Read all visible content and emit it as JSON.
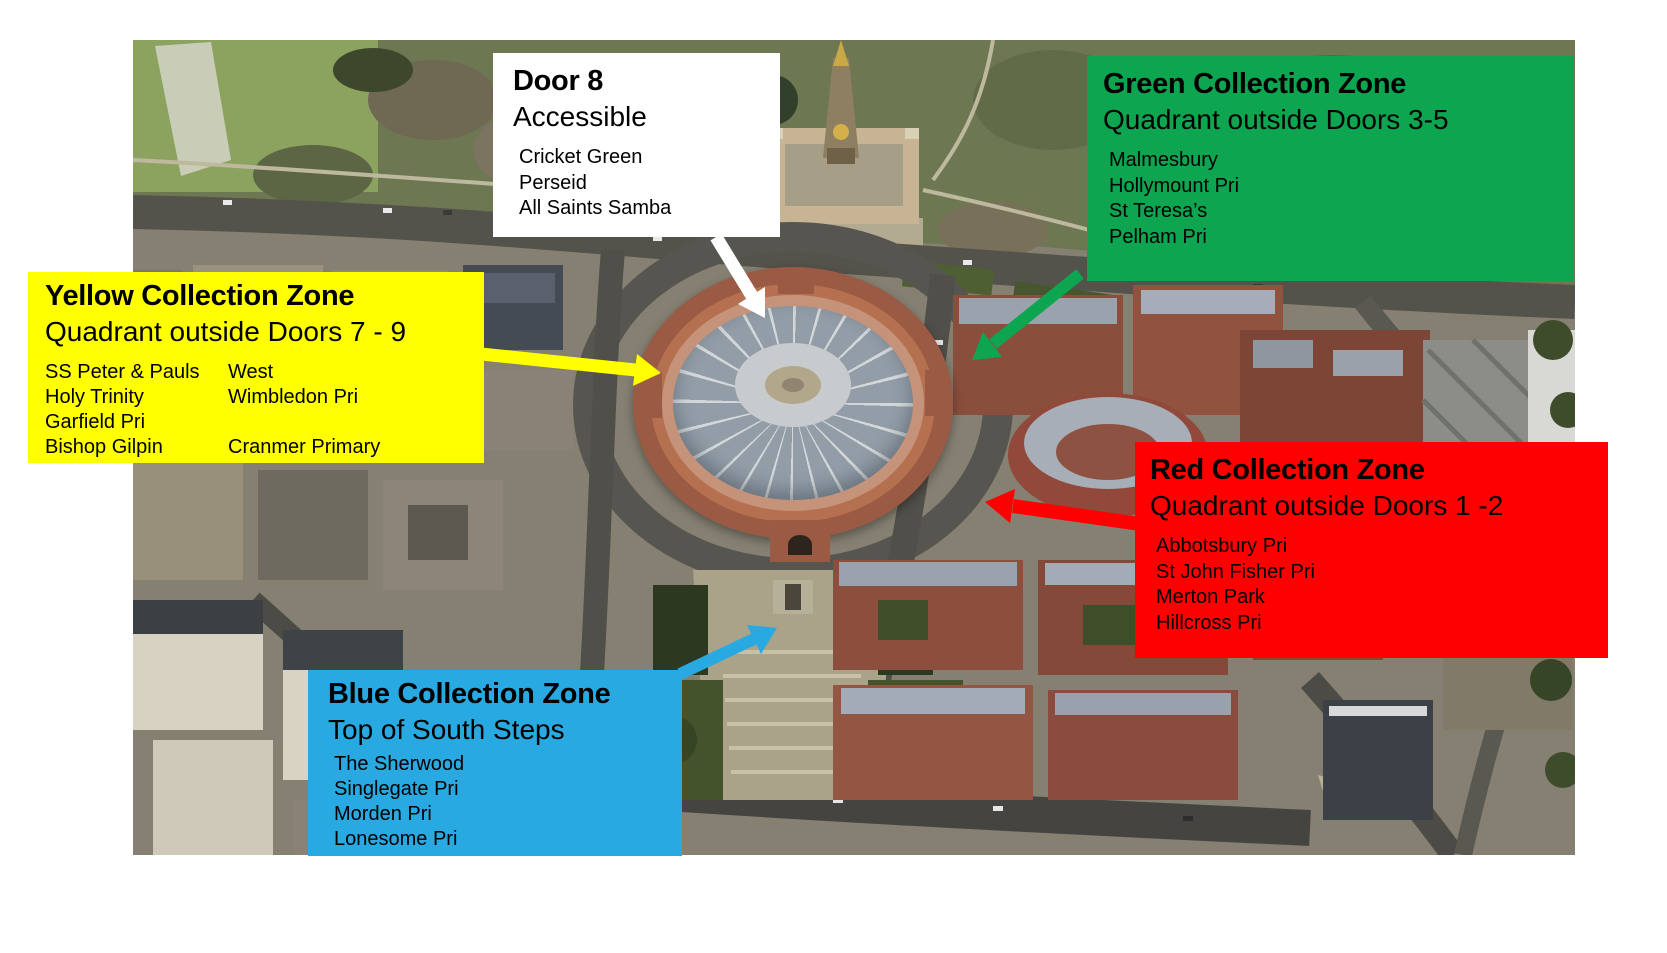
{
  "photo_alt": "Aerial view of the Royal Albert Hall and surrounding streets",
  "colors": {
    "door8_box": "#FFFFFF",
    "yellow_zone": "#FFFF00",
    "green_zone": "#0DA550",
    "red_zone": "#FF0000",
    "blue_zone": "#29A9E1",
    "text": "#000000",
    "white_arrow": "#FFFFFF"
  },
  "callouts": {
    "door8": {
      "title": "Door 8",
      "subtitle": "Accessible",
      "schools": [
        "Cricket Green",
        "Perseid",
        "All Saints Samba"
      ]
    },
    "green": {
      "title": "Green Collection Zone",
      "subtitle": "Quadrant outside Doors 3-5",
      "schools": [
        "Malmesbury",
        "Hollymount Pri",
        "St Teresa’s",
        "Pelham Pri"
      ]
    },
    "yellow": {
      "title": "Yellow Collection Zone",
      "subtitle": "Quadrant outside Doors 7 - 9",
      "schools_col1": [
        "SS Peter & Pauls",
        "Holy Trinity",
        "Garfield Pri",
        "Bishop Gilpin"
      ],
      "schools_col2": [
        "West",
        "Wimbledon Pri",
        "",
        "Cranmer Primary"
      ]
    },
    "red": {
      "title": "Red Collection Zone",
      "subtitle": "Quadrant outside Doors 1 -2",
      "schools": [
        "Abbotsbury Pri",
        "St John Fisher Pri",
        "Merton Park",
        "Hillcross Pri"
      ]
    },
    "blue": {
      "title": "Blue Collection Zone",
      "subtitle": "Top of South Steps",
      "schools": [
        "The Sherwood",
        "Singlegate Pri",
        "Morden Pri",
        "Lonesome Pri"
      ]
    }
  }
}
